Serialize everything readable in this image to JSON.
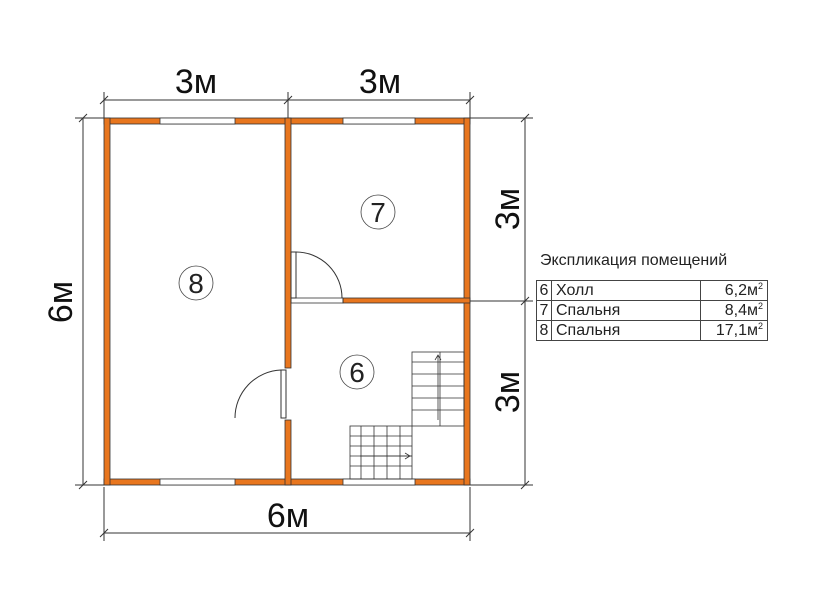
{
  "dimensions": {
    "top_left": "3м",
    "top_right": "3м",
    "bottom": "6м",
    "left": "6м",
    "right_top": "3м",
    "right_bottom": "3м"
  },
  "rooms": [
    {
      "number": "8"
    },
    {
      "number": "7"
    },
    {
      "number": "6"
    }
  ],
  "legend": {
    "title": "Экспликация помещений",
    "rows": [
      {
        "num": "6",
        "name": "Холл",
        "area": "6,2м",
        "unit_sup": "2"
      },
      {
        "num": "7",
        "name": "Спальня",
        "area": "8,4м",
        "unit_sup": "2"
      },
      {
        "num": "8",
        "name": "Спальня",
        "area": "17,1м",
        "unit_sup": "2"
      }
    ]
  },
  "colors": {
    "wall": "#e8761e",
    "window": "#ffffff",
    "line": "#333333"
  }
}
